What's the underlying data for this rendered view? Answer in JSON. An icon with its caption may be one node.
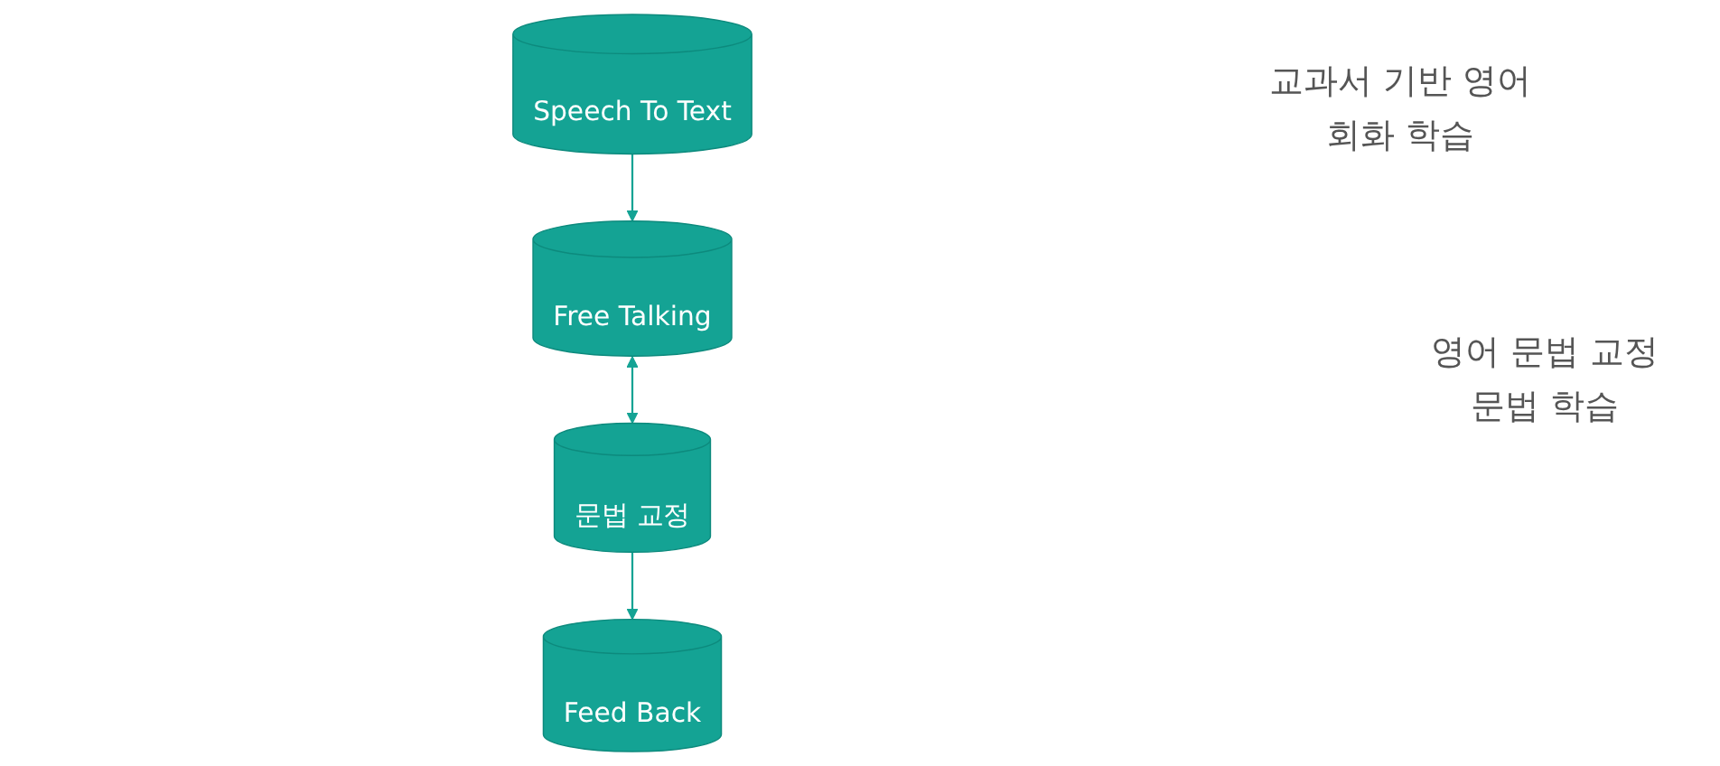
{
  "diagram": {
    "nodes": [
      {
        "text": [
          "Speech To Text"
        ]
      },
      {
        "text": [
          "Free Talking"
        ]
      },
      {
        "text": [
          "문법 교정"
        ]
      },
      {
        "text": [
          "Feed Back"
        ]
      }
    ],
    "edges": [
      {
        "from": 0,
        "to": 1,
        "arrow": "to"
      },
      {
        "from": 1,
        "to": 2,
        "arrow": "both"
      },
      {
        "from": 2,
        "to": 3,
        "arrow": "to"
      }
    ],
    "labels": [
      "교과서 기반 영어 회화 학습",
      "영어 문법 교정 문법 학습"
    ]
  }
}
